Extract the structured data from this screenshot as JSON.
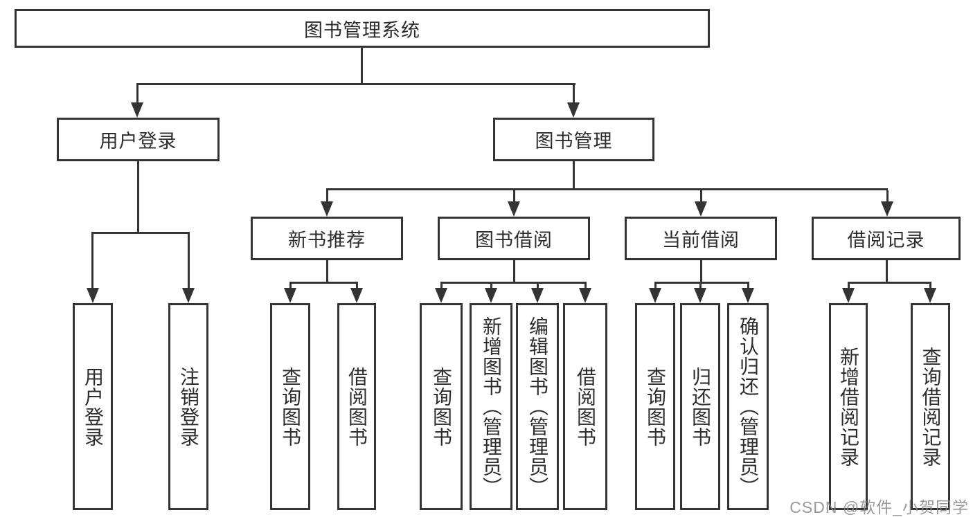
{
  "tree": {
    "root": {
      "label": "图书管理系统"
    },
    "branches": [
      {
        "label": "用户登录",
        "children": [
          {
            "label": "用户登录"
          },
          {
            "label": "注销登录"
          }
        ]
      },
      {
        "label": "图书管理",
        "children": [
          {
            "label": "新书推荐",
            "children": [
              {
                "label": "查询图书"
              },
              {
                "label": "借阅图书"
              }
            ]
          },
          {
            "label": "图书借阅",
            "children": [
              {
                "label": "查询图书"
              },
              {
                "label": "新增图书（管理员）"
              },
              {
                "label": "编辑图书（管理员）"
              },
              {
                "label": "借阅图书"
              }
            ]
          },
          {
            "label": "当前借阅",
            "children": [
              {
                "label": "查询图书"
              },
              {
                "label": "归还图书"
              },
              {
                "label": "确认归还（管理员）"
              }
            ]
          },
          {
            "label": "借阅记录",
            "children": [
              {
                "label": "新增借阅记录"
              },
              {
                "label": "查询借阅记录"
              }
            ]
          }
        ]
      }
    ]
  },
  "watermark": {
    "text": "CSDN @软件_小贺同学"
  },
  "colors": {
    "line": "#343434",
    "box_border": "#343434",
    "text": "#2d2d2d",
    "background": "#ffffff",
    "watermark": "#878787"
  }
}
